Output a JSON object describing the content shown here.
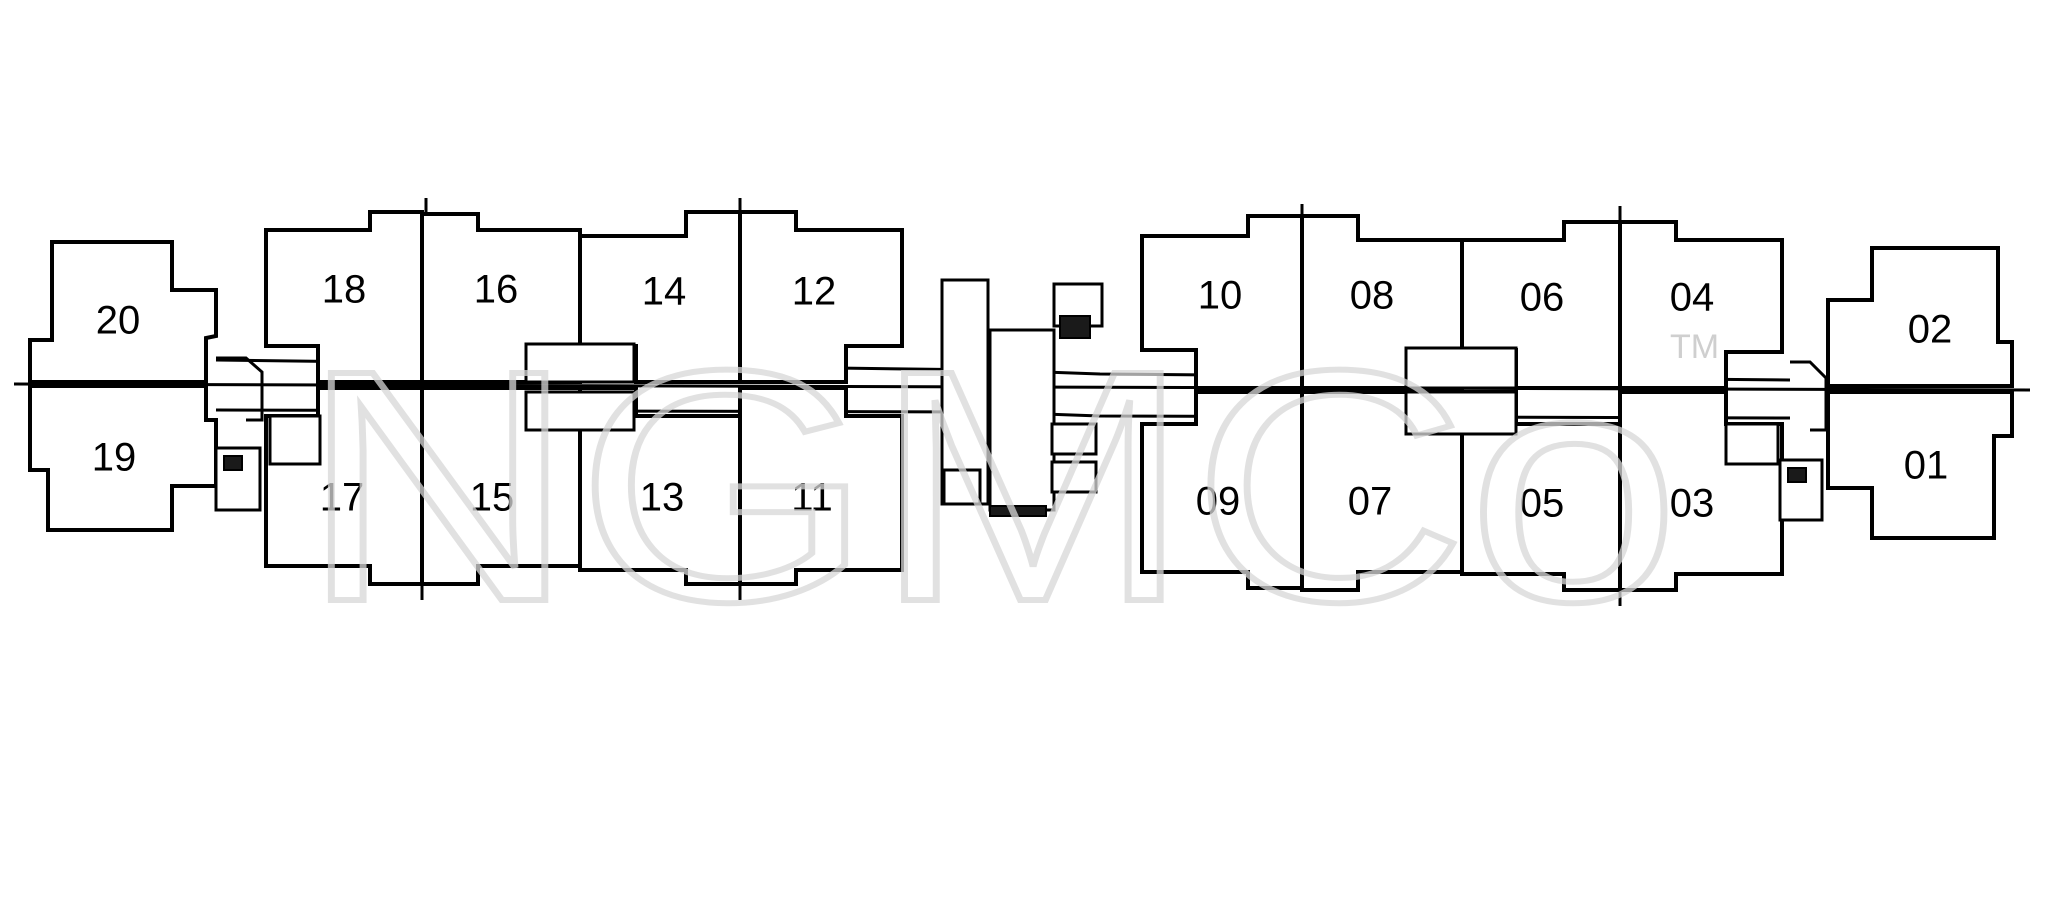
{
  "floor_plan": {
    "units": {
      "u01": "01",
      "u02": "02",
      "u03": "03",
      "u04": "04",
      "u05": "05",
      "u06": "06",
      "u07": "07",
      "u08": "08",
      "u09": "09",
      "u10": "10",
      "u11": "11",
      "u12": "12",
      "u13": "13",
      "u14": "14",
      "u15": "15",
      "u16": "16",
      "u17": "17",
      "u18": "18",
      "u19": "19",
      "u20": "20"
    },
    "colors": {
      "wall": "#000000",
      "background": "#ffffff",
      "watermark": "#d8d8d8"
    }
  },
  "watermark": {
    "text": "NGMCo",
    "trademark": "TM"
  }
}
